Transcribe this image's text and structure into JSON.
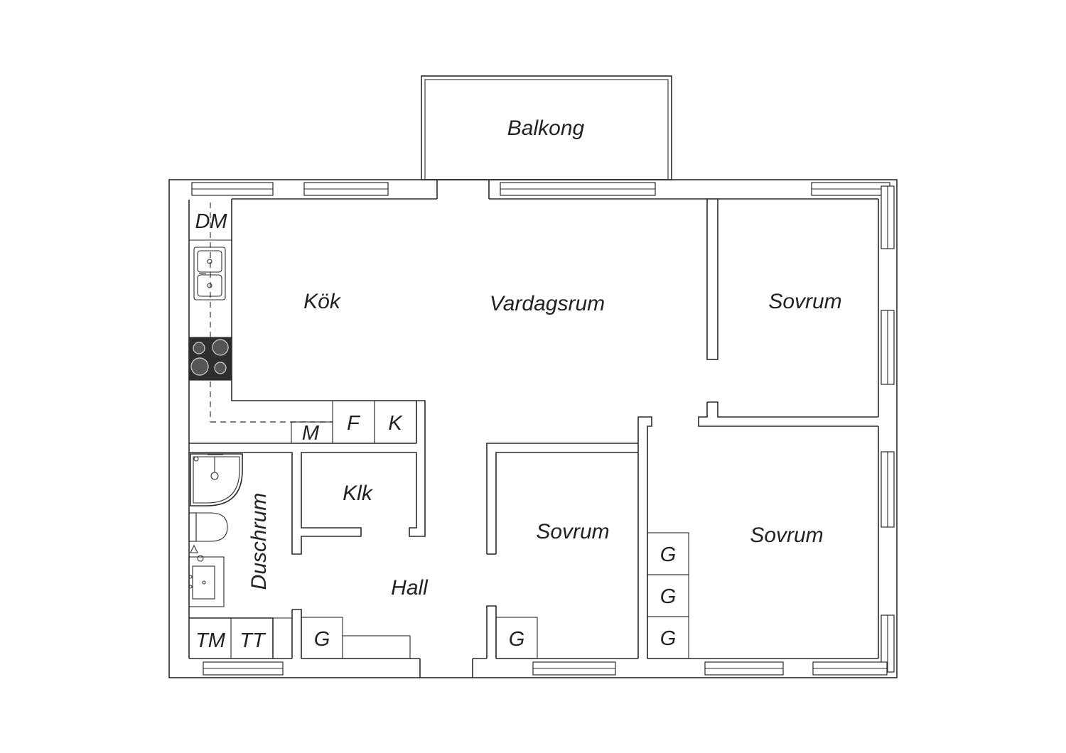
{
  "rooms": {
    "balcony": "Balkong",
    "kitchen": "Kök",
    "living_room": "Vardagsrum",
    "bedroom_top_right": "Sovrum",
    "bedroom_middle": "Sovrum",
    "bedroom_bottom_right": "Sovrum",
    "walk_in_closet": "Klk",
    "hall": "Hall",
    "shower_room": "Duschrum"
  },
  "fixtures": {
    "dishwasher": "DM",
    "microwave": "M",
    "fridge": "F",
    "freezer": "K",
    "washing_machine": "TM",
    "tumble_dryer": "TT",
    "wardrobe_hall": "G",
    "wardrobe_bedroom_middle": "G",
    "wardrobe_bedroom_right_1": "G",
    "wardrobe_bedroom_right_2": "G",
    "wardrobe_bedroom_right_3": "G"
  }
}
